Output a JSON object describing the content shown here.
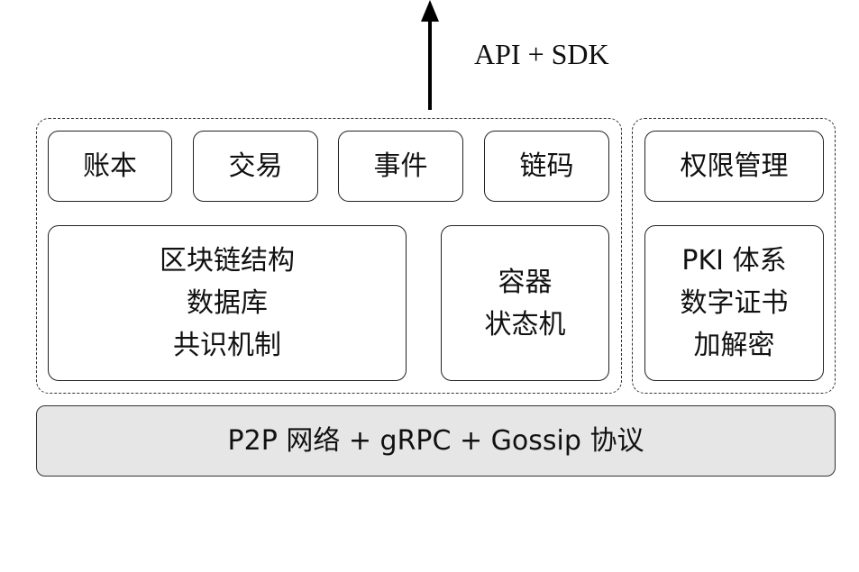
{
  "top_interface": {
    "label": "API + SDK"
  },
  "left_group": {
    "top_row": [
      "账本",
      "交易",
      "事件",
      "链码"
    ],
    "storage_block": {
      "lines": [
        "区块链结构",
        "数据库",
        "共识机制"
      ]
    },
    "runtime_block": {
      "lines": [
        "容器",
        "状态机"
      ]
    }
  },
  "right_group": {
    "permission": "权限管理",
    "security_block": {
      "lines": [
        "PKI 体系",
        "数字证书",
        "加解密"
      ]
    }
  },
  "base_layer": {
    "label": "P2P 网络 + gRPC + Gossip 协议"
  },
  "colors": {
    "stroke": "#222222",
    "base_fill": "#e6e6e6"
  }
}
